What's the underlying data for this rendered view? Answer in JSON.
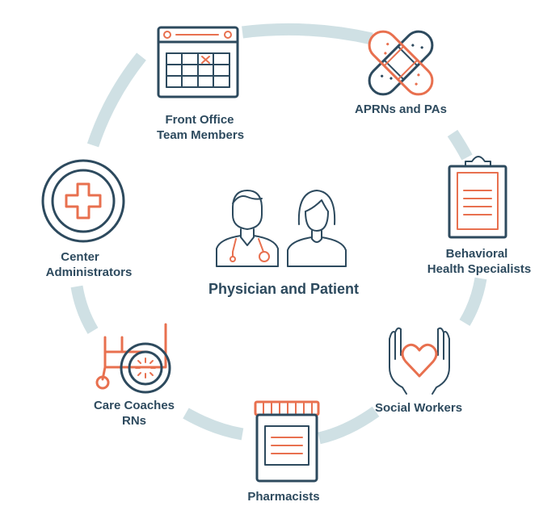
{
  "center": {
    "title": "Physician and Patient"
  },
  "nodes": {
    "front_office": {
      "line1": "Front Office",
      "line2": "Team Members",
      "icon": "calendar-icon"
    },
    "aprns": {
      "line1": "APRNs and PAs",
      "icon": "bandage-icon"
    },
    "behavioral": {
      "line1": "Behavioral",
      "line2": "Health Specialists",
      "icon": "clipboard-icon"
    },
    "social": {
      "line1": "Social Workers",
      "icon": "hands-heart-icon"
    },
    "pharmacists": {
      "line1": "Pharmacists",
      "icon": "pill-bottle-icon"
    },
    "care_coaches": {
      "line1": "Care Coaches",
      "line2": "RNs",
      "icon": "wheelchair-icon"
    },
    "administrators": {
      "line1": "Center",
      "line2": "Administrators",
      "icon": "medical-cross-icon"
    }
  },
  "colors": {
    "navy": "#2d4a5e",
    "orange": "#e8704f",
    "ring": "#cfe0e4",
    "background": "#ffffff"
  }
}
